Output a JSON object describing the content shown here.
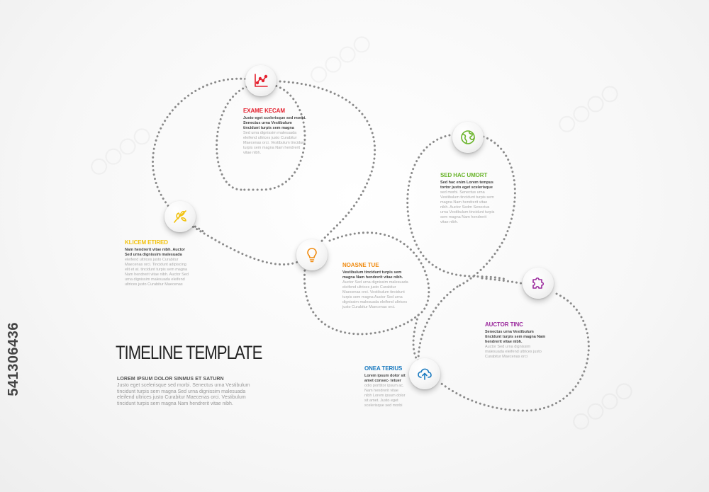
{
  "main": {
    "title": "TIMELINE TEMPLATE",
    "subtitle": "LOREM IPSUM DOLOR SINMUS ET SATURN",
    "body": "Justo eget scelerisque sed morbi. Senectus urna Vestibulum tincidunt turpis sem magna Sed urna dignissim malesuada eleifend ultrices justo Curabitur Maecenas orci. Vestibulum tincidunt turpis sem magna Nam hendrerit vitae nibh."
  },
  "steps": [
    {
      "title": "EXAME KECAM",
      "color": "#e4202e",
      "icon": "chart-icon",
      "text_dark": "Justo eget scelerisque sed morbi. Senectus urna Vestibulum tincidunt turpis sem magna",
      "text_light": "Sed urna dignissim malesuada eleifend ultrices justo Curabitur Maecenas orci. Vestibulum tincidunt turpis sem magna Nam hendrerit vitae nibh."
    },
    {
      "title": "KLICEM ETIRED",
      "color": "#f2c20f",
      "icon": "leaves-icon",
      "text_dark": "Nam hendrerit vitae nibh. Auctor Sed urna dignissim malesuada",
      "text_light": "eleifend ultrices justo Curabitur Maecenas orci. Tincidunt adipiscing elit et at. tincidunt turpis sem magna Nam hendrerit vitae nibh. Auctor Sed urna dignissim malesuada eleifend ultrices justo Curabitur Maecenas"
    },
    {
      "title": "NOASNE TUE",
      "color": "#f08c12",
      "icon": "lightbulb-icon",
      "text_dark": "Vestibulum tincidunt turpis sem magna Nam hendrerit vitae nibh.",
      "text_light": "Auctor Sed urna dignissim malesuada eleifend ultrices justo Curabitur Maecenas orci. Vestibulum tincidunt turpis sem magna Auctor Sed urna dignissim malesuada eleifend ultrices justo Curabitur Maecenas orci."
    },
    {
      "title": "SED HAC UMORT",
      "color": "#6ab42b",
      "icon": "globe-icon",
      "text_dark": "Sed hac enim Lorem tempus tortor justo eget scelerisque",
      "text_light": "sed morbi. Senectus urna Vestibulum tincidunt turpis sem magna Nam hendrerit vitae nibh. Auctor Sedm Senectus urna Vestibulum tincidunt turpis sem magna Nam hendrerit vitae nibh."
    },
    {
      "title": "AUCTOR TINC",
      "color": "#9b2a9d",
      "icon": "puzzle-icon",
      "text_dark": "Senectus urna Vestibulum tincidunt turpis sem magna Nam hendrerit vitae nibh.",
      "text_light": "Auctor Sed urna dignissim malesuada eleifend ultrices justo Curabitur Maecenas orci"
    },
    {
      "title": "ONEA TERIUS",
      "color": "#1a7ac0",
      "icon": "cloud-upload-icon",
      "text_dark": "Lorem ipsum dolor sit amet consec- tetuer",
      "text_light": "odio porttitor ipsum ac. Nam hendrerit vitae nibh Lorem ipsum dolor sit amet. Justo eget scelerisque sed morbi"
    }
  ],
  "stock_id": "541306436"
}
